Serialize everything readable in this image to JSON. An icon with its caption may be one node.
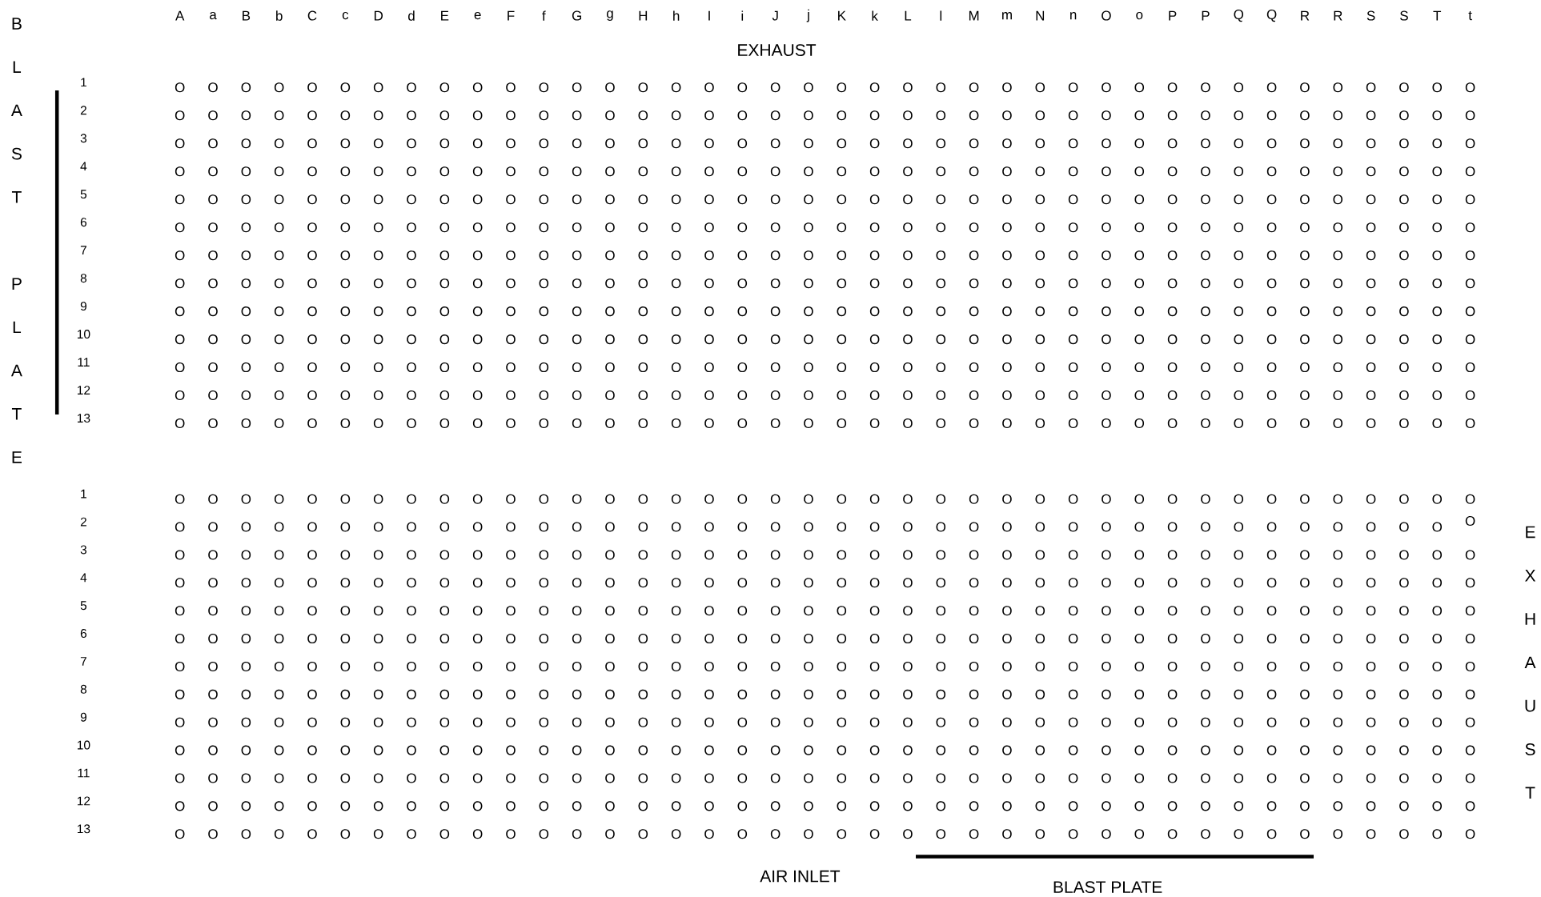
{
  "diagram": {
    "labels": [
      "A",
      "a",
      "B",
      "b",
      "C",
      "c",
      "D",
      "d",
      "E",
      "e",
      "F",
      "f",
      "G",
      "g",
      "H",
      "h",
      "I",
      "i",
      "J",
      "j",
      "K",
      "k",
      "L",
      "l",
      "M",
      "m",
      "N",
      "n",
      "O",
      "o",
      "P",
      "P",
      "Q",
      "Q",
      "R",
      "R",
      "S",
      "S",
      "T",
      "t",
      "EXHAUST",
      "B",
      "L",
      "A",
      "S",
      "T",
      "P",
      "L",
      "A",
      "T",
      "E",
      "1",
      "O",
      "O",
      "O",
      "O",
      "O",
      "O",
      "O",
      "O",
      "O",
      "O",
      "O",
      "O",
      "O",
      "O",
      "O",
      "O",
      "O",
      "O",
      "O",
      "O",
      "O",
      "O",
      "O",
      "O",
      "O",
      "O",
      "O",
      "O",
      "O",
      "O",
      "O",
      "O",
      "O",
      "O",
      "O",
      "O",
      "O",
      "O",
      "O",
      "O",
      "2",
      "O",
      "O",
      "O",
      "O",
      "O",
      "O",
      "O",
      "O",
      "O",
      "O",
      "O",
      "O",
      "O",
      "O",
      "O",
      "O",
      "O",
      "O",
      "O",
      "O",
      "O",
      "O",
      "O",
      "O",
      "O",
      "O",
      "O",
      "O",
      "O",
      "O",
      "O",
      "O",
      "O",
      "O",
      "O",
      "O",
      "O",
      "O",
      "O",
      "O",
      "3",
      "O",
      "O",
      "O",
      "O",
      "O",
      "O",
      "O",
      "O",
      "O",
      "O",
      "O",
      "O",
      "O",
      "O",
      "O",
      "O",
      "O",
      "O",
      "O",
      "O",
      "O",
      "O",
      "O",
      "O",
      "O",
      "O",
      "O",
      "O",
      "O",
      "O",
      "O",
      "O",
      "O",
      "O",
      "O",
      "O",
      "O",
      "O",
      "O",
      "O",
      "4",
      "O",
      "O",
      "O",
      "O",
      "O",
      "O",
      "O",
      "O",
      "O",
      "O",
      "O",
      "O",
      "O",
      "O",
      "O",
      "O",
      "O",
      "O",
      "O",
      "O",
      "O",
      "O",
      "O",
      "O",
      "O",
      "O",
      "O",
      "O",
      "O",
      "O",
      "O",
      "O",
      "O",
      "O",
      "O",
      "O",
      "O",
      "O",
      "O",
      "O",
      "5",
      "O",
      "O",
      "O",
      "O",
      "O",
      "O",
      "O",
      "O",
      "O",
      "O",
      "O",
      "O",
      "O",
      "O",
      "O",
      "O",
      "O",
      "O",
      "O",
      "O",
      "O",
      "O",
      "O",
      "O",
      "O",
      "O",
      "O",
      "O",
      "O",
      "O",
      "O",
      "O",
      "O",
      "O",
      "O",
      "O",
      "O",
      "O",
      "O",
      "O",
      "6",
      "O",
      "O",
      "O",
      "O",
      "O",
      "O",
      "O",
      "O",
      "O",
      "O",
      "O",
      "O",
      "O",
      "O",
      "O",
      "O",
      "O",
      "O",
      "O",
      "O",
      "O",
      "O",
      "O",
      "O",
      "O",
      "O",
      "O",
      "O",
      "O",
      "O",
      "O",
      "O",
      "O",
      "O",
      "O",
      "O",
      "O",
      "O",
      "O",
      "O",
      "7",
      "O",
      "O",
      "O",
      "O",
      "O",
      "O",
      "O",
      "O",
      "O",
      "O",
      "O",
      "O",
      "O",
      "O",
      "O",
      "O",
      "O",
      "O",
      "O",
      "O",
      "O",
      "O",
      "O",
      "O",
      "O",
      "O",
      "O",
      "O",
      "O",
      "O",
      "O",
      "O",
      "O",
      "O",
      "O",
      "O",
      "O",
      "O",
      "O",
      "O",
      "8",
      "O",
      "O",
      "O",
      "O",
      "O",
      "O",
      "O",
      "O",
      "O",
      "O",
      "O",
      "O",
      "O",
      "O",
      "O",
      "O",
      "O",
      "O",
      "O",
      "O",
      "O",
      "O",
      "O",
      "O",
      "O",
      "O",
      "O",
      "O",
      "O",
      "O",
      "O",
      "O",
      "O",
      "O",
      "O",
      "O",
      "O",
      "O",
      "O",
      "O",
      "9",
      "O",
      "O",
      "O",
      "O",
      "O",
      "O",
      "O",
      "O",
      "O",
      "O",
      "O",
      "O",
      "O",
      "O",
      "O",
      "O",
      "O",
      "O",
      "O",
      "O",
      "O",
      "O",
      "O",
      "O",
      "O",
      "O",
      "O",
      "O",
      "O",
      "O",
      "O",
      "O",
      "O",
      "O",
      "O",
      "O",
      "O",
      "O",
      "O",
      "O",
      "10",
      "O",
      "O",
      "O",
      "O",
      "O",
      "O",
      "O",
      "O",
      "O",
      "O",
      "O",
      "O",
      "O",
      "O",
      "O",
      "O",
      "O",
      "O",
      "O",
      "O",
      "O",
      "O",
      "O",
      "O",
      "O",
      "O",
      "O",
      "O",
      "O",
      "O",
      "O",
      "O",
      "O",
      "O",
      "O",
      "O",
      "O",
      "O",
      "O",
      "O",
      "11",
      "O",
      "O",
      "O",
      "O",
      "O",
      "O",
      "O",
      "O",
      "O",
      "O",
      "O",
      "O",
      "O",
      "O",
      "O",
      "O",
      "O",
      "O",
      "O",
      "O",
      "O",
      "O",
      "O",
      "O",
      "O",
      "O",
      "O",
      "O",
      "O",
      "O",
      "O",
      "O",
      "O",
      "O",
      "O",
      "O",
      "O",
      "O",
      "O",
      "O",
      "12",
      "O",
      "O",
      "O",
      "O",
      "O",
      "O",
      "O",
      "O",
      "O",
      "O",
      "O",
      "O",
      "O",
      "O",
      "O",
      "O",
      "O",
      "O",
      "O",
      "O",
      "O",
      "O",
      "O",
      "O",
      "O",
      "O",
      "O",
      "O",
      "O",
      "O",
      "O",
      "O",
      "O",
      "O",
      "O",
      "O",
      "O",
      "O",
      "O",
      "O",
      "13",
      "O",
      "O",
      "O",
      "O",
      "O",
      "O",
      "O",
      "O",
      "O",
      "O",
      "O",
      "O",
      "O",
      "O",
      "O",
      "O",
      "O",
      "O",
      "O",
      "O",
      "O",
      "O",
      "O",
      "O",
      "O",
      "O",
      "O",
      "O",
      "O",
      "O",
      "O",
      "O",
      "O",
      "O",
      "O",
      "O",
      "O",
      "O",
      "O",
      "O",
      "1",
      "O",
      "O",
      "O",
      "O",
      "O",
      "O",
      "O",
      "O",
      "O",
      "O",
      "O",
      "O",
      "O",
      "O",
      "O",
      "O",
      "O",
      "O",
      "O",
      "O",
      "O",
      "O",
      "O",
      "O",
      "O",
      "O",
      "O",
      "O",
      "O",
      "O",
      "O",
      "O",
      "O",
      "O",
      "O",
      "O",
      "O",
      "O",
      "O",
      "O",
      "2",
      "O",
      "O",
      "O",
      "O",
      "O",
      "O",
      "O",
      "O",
      "O",
      "O",
      "O",
      "O",
      "O",
      "O",
      "O",
      "O",
      "O",
      "O",
      "O",
      "O",
      "O",
      "O",
      "O",
      "O",
      "O",
      "O",
      "O",
      "O",
      "O",
      "O",
      "O",
      "O",
      "O",
      "O",
      "O",
      "O",
      "O",
      "O",
      "O",
      "O",
      "3",
      "O",
      "O",
      "O",
      "O",
      "O",
      "O",
      "O",
      "O",
      "O",
      "O",
      "O",
      "O",
      "O",
      "O",
      "O",
      "O",
      "O",
      "O",
      "O",
      "O",
      "O",
      "O",
      "O",
      "O",
      "O",
      "O",
      "O",
      "O",
      "O",
      "O",
      "O",
      "O",
      "O",
      "O",
      "O",
      "O",
      "O",
      "O",
      "O",
      "O",
      "4",
      "O",
      "O",
      "O",
      "O",
      "O",
      "O",
      "O",
      "O",
      "O",
      "O",
      "O",
      "O",
      "O",
      "O",
      "O",
      "O",
      "O",
      "O",
      "O",
      "O",
      "O",
      "O",
      "O",
      "O",
      "O",
      "O",
      "O",
      "O",
      "O",
      "O",
      "O",
      "O",
      "O",
      "O",
      "O",
      "O",
      "O",
      "O",
      "O",
      "O",
      "5",
      "O",
      "O",
      "O",
      "O",
      "O",
      "O",
      "O",
      "O",
      "O",
      "O",
      "O",
      "O",
      "O",
      "O",
      "O",
      "O",
      "O",
      "O",
      "O",
      "O",
      "O",
      "O",
      "O",
      "O",
      "O",
      "O",
      "O",
      "O",
      "O",
      "O",
      "O",
      "O",
      "O",
      "O",
      "O",
      "O",
      "O",
      "O",
      "O",
      "O",
      "6",
      "O",
      "O",
      "O",
      "O",
      "O",
      "O",
      "O",
      "O",
      "O",
      "O",
      "O",
      "O",
      "O",
      "O",
      "O",
      "O",
      "O",
      "O",
      "O",
      "O",
      "O",
      "O",
      "O",
      "O",
      "O",
      "O",
      "O",
      "O",
      "O",
      "O",
      "O",
      "O",
      "O",
      "O",
      "O",
      "O",
      "O",
      "O",
      "O",
      "O",
      "7",
      "O",
      "O",
      "O",
      "O",
      "O",
      "O",
      "O",
      "O",
      "O",
      "O",
      "O",
      "O",
      "O",
      "O",
      "O",
      "O",
      "O",
      "O",
      "O",
      "O",
      "O",
      "O",
      "O",
      "O",
      "O",
      "O",
      "O",
      "O",
      "O",
      "O",
      "O",
      "O",
      "O",
      "O",
      "O",
      "O",
      "O",
      "O",
      "O",
      "O",
      "8",
      "O",
      "O",
      "O",
      "O",
      "O",
      "O",
      "O",
      "O",
      "O",
      "O",
      "O",
      "O",
      "O",
      "O",
      "O",
      "O",
      "O",
      "O",
      "O",
      "O",
      "O",
      "O",
      "O",
      "O",
      "O",
      "O",
      "O",
      "O",
      "O",
      "O",
      "O",
      "O",
      "O",
      "O",
      "O",
      "O",
      "O",
      "O",
      "O",
      "O",
      "9",
      "O",
      "O",
      "O",
      "O",
      "O",
      "O",
      "O",
      "O",
      "O",
      "O",
      "O",
      "O",
      "O",
      "O",
      "O",
      "O",
      "O",
      "O",
      "O",
      "O",
      "O",
      "O",
      "O",
      "O",
      "O",
      "O",
      "O",
      "O",
      "O",
      "O",
      "O",
      "O",
      "O",
      "O",
      "O",
      "O",
      "O",
      "O",
      "O",
      "O",
      "10",
      "O",
      "O",
      "O",
      "O",
      "O",
      "O",
      "O",
      "O",
      "O",
      "O",
      "O",
      "O",
      "O",
      "O",
      "O",
      "O",
      "O",
      "O",
      "O",
      "O",
      "O",
      "O",
      "O",
      "O",
      "O",
      "O",
      "O",
      "O",
      "O",
      "O",
      "O",
      "O",
      "O",
      "O",
      "O",
      "O",
      "O",
      "O",
      "O",
      "O",
      "11",
      "O",
      "O",
      "O",
      "O",
      "O",
      "O",
      "O",
      "O",
      "O",
      "O",
      "O",
      "O",
      "O",
      "O",
      "O",
      "O",
      "O",
      "O",
      "O",
      "O",
      "O",
      "O",
      "O",
      "O",
      "O",
      "O",
      "O",
      "O",
      "O",
      "O",
      "O",
      "O",
      "O",
      "O",
      "O",
      "O",
      "O",
      "O",
      "O",
      "O",
      "12",
      "O",
      "O",
      "O",
      "O",
      "O",
      "O",
      "O",
      "O",
      "O",
      "O",
      "O",
      "O",
      "O",
      "O",
      "O",
      "O",
      "O",
      "O",
      "O",
      "O",
      "O",
      "O",
      "O",
      "O",
      "O",
      "O",
      "O",
      "O",
      "O",
      "O",
      "O",
      "O",
      "O",
      "O",
      "O",
      "O",
      "O",
      "O",
      "O",
      "O",
      "13",
      "O",
      "O",
      "O",
      "O",
      "O",
      "O",
      "O",
      "O",
      "O",
      "O",
      "O",
      "O",
      "O",
      "O",
      "O",
      "O",
      "O",
      "O",
      "O",
      "O",
      "O",
      "O",
      "O",
      "O",
      "O",
      "O",
      "O",
      "O",
      "O",
      "O",
      "O",
      "O",
      "O",
      "O",
      "O",
      "O",
      "O",
      "O",
      "O",
      "O",
      "E",
      "X",
      "H",
      "A",
      "U",
      "S",
      "T",
      "AIR INLET",
      "BLAST PLATE"
    ]
  }
}
